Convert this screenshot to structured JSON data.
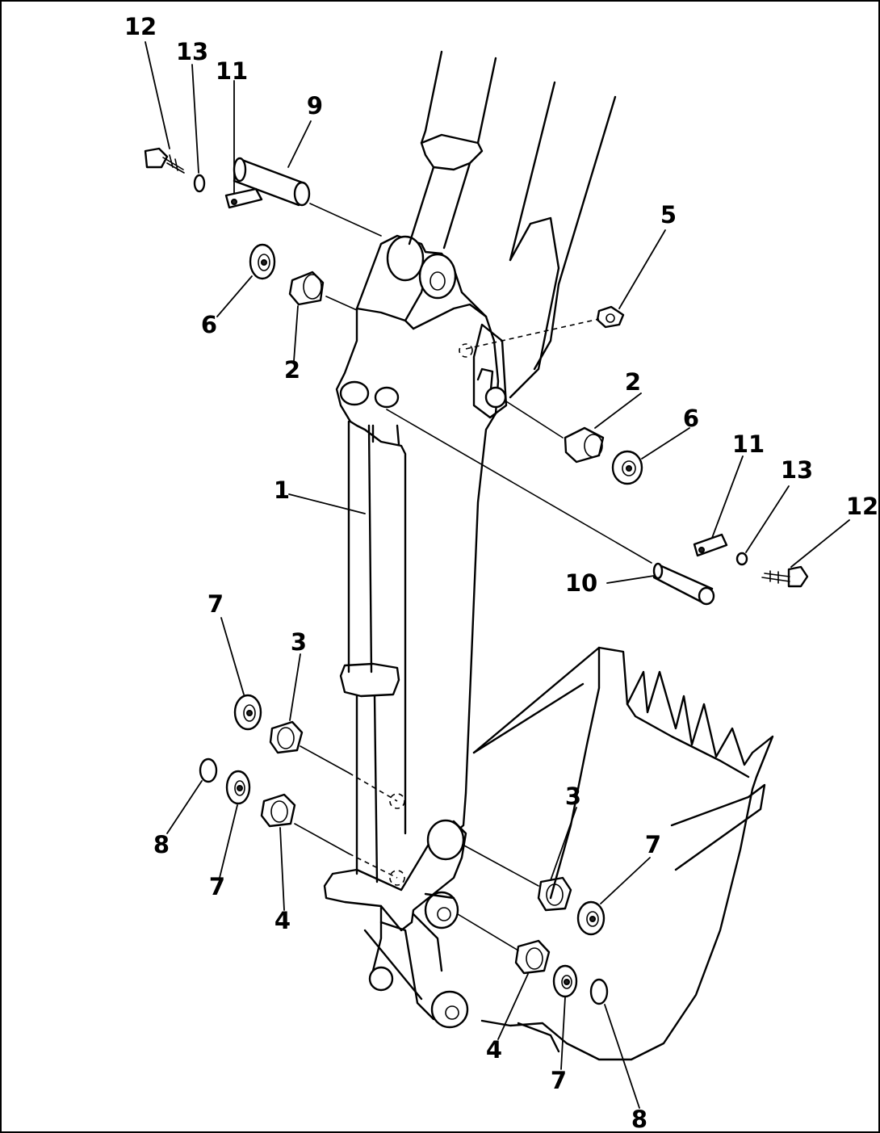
{
  "callouts": [
    {
      "label": "12"
    },
    {
      "label": "13"
    },
    {
      "label": "11"
    },
    {
      "label": "9"
    },
    {
      "label": "6"
    },
    {
      "label": "2"
    },
    {
      "label": "5"
    },
    {
      "label": "2"
    },
    {
      "label": "6"
    },
    {
      "label": "1"
    },
    {
      "label": "11"
    },
    {
      "label": "13"
    },
    {
      "label": "12"
    },
    {
      "label": "10"
    },
    {
      "label": "7"
    },
    {
      "label": "3"
    },
    {
      "label": "8"
    },
    {
      "label": "7"
    },
    {
      "label": "4"
    },
    {
      "label": "3"
    },
    {
      "label": "7"
    },
    {
      "label": "4"
    },
    {
      "label": "7"
    },
    {
      "label": "8"
    }
  ]
}
